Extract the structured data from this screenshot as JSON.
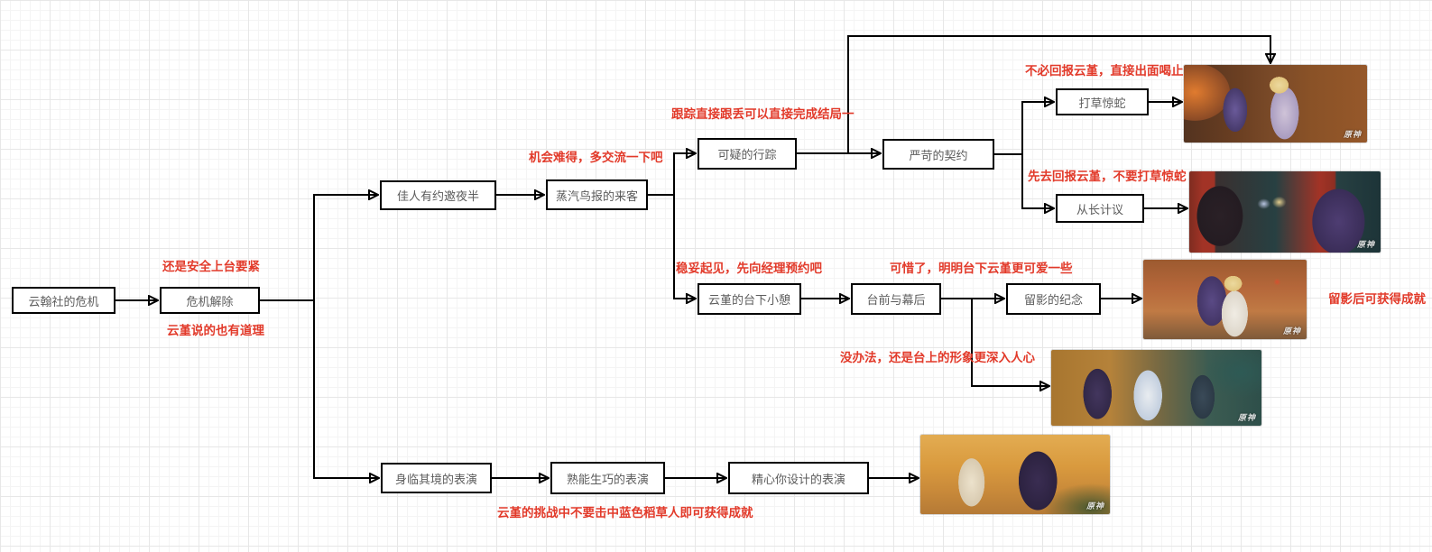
{
  "canvas": {
    "watermark": "原神"
  },
  "colors": {
    "annotation": "#e23a2a",
    "node_border": "#000000",
    "node_text": "#5c5c5c",
    "connector": "#000000"
  },
  "nodes": {
    "crisis": "云翰社的危机",
    "resolved": "危机解除",
    "invite": "佳人有约邀夜半",
    "steambird": "蒸汽鸟报的来客",
    "suspicious": "可疑的行踪",
    "contract": "严苛的契约",
    "alert_snake": "打草惊蛇",
    "long_plan": "从长计议",
    "rest": "云堇的台下小憩",
    "front_back": "台前与幕后",
    "photo": "留影的纪念",
    "immersive": "身临其境的表演",
    "practiced": "熟能生巧的表演",
    "designed": "精心你设计的表演"
  },
  "annotations": {
    "safe_stage": "还是安全上台要紧",
    "yunjin_right": "云堇说的也有道理",
    "rare_chance": "机会难得，多交流一下吧",
    "lose_track": "跟踪直接跟丢可以直接完成结局一",
    "no_report": "不必回报云堇，直接出面喝止",
    "report_first": "先去回报云堇，不要打草惊蛇",
    "book_manager": "稳妥起见，先向经理预约吧",
    "pity_cuter": "可惜了，明明台下云堇更可爱一些",
    "photo_achievement": "留影后可获得成就",
    "stage_image": "没办法，还是台上的形象更深入人心",
    "challenge_achievement": "云堇的挑战中不要击中蓝色稻草人即可获得成就"
  }
}
